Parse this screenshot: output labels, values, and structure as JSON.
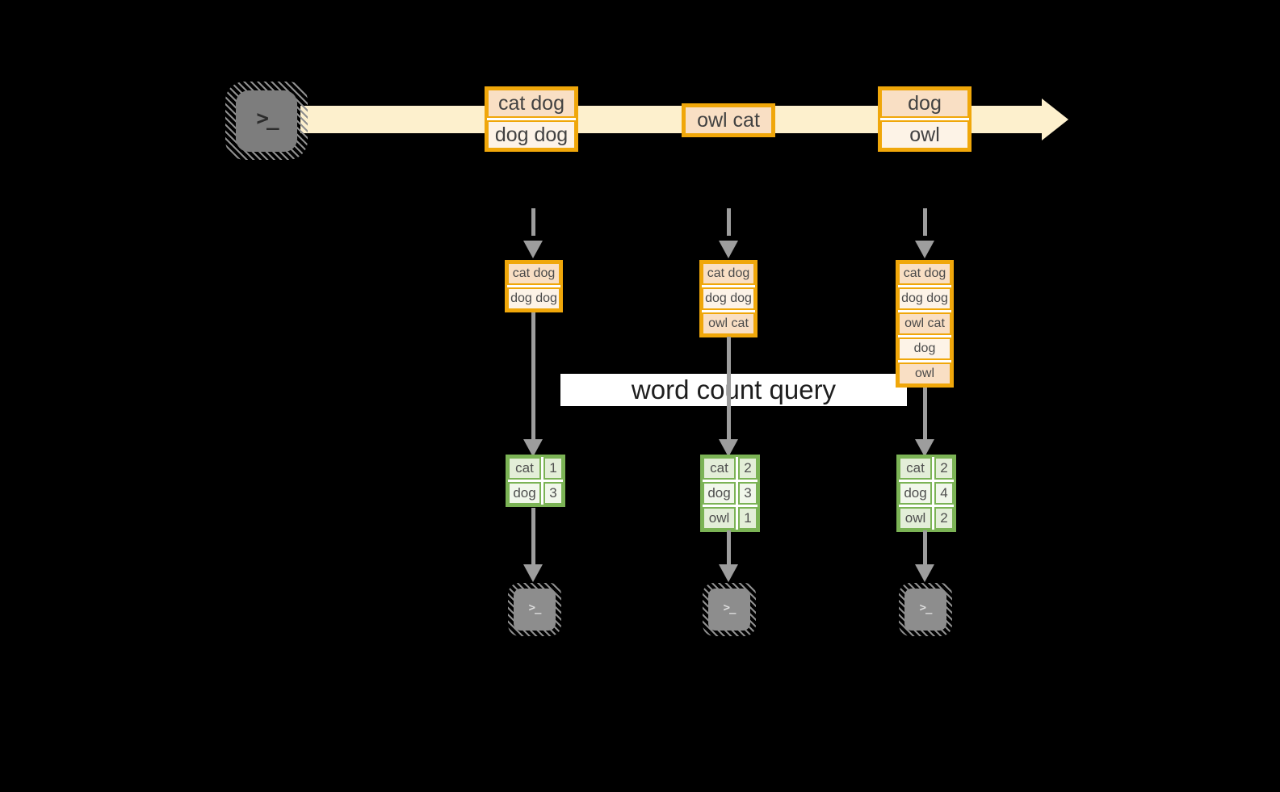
{
  "label": {
    "text": "word count query"
  },
  "icons": {
    "terminal_prompt": ">_"
  },
  "colors": {
    "accent_orange": "#f0a70a",
    "peach_cell": "#f9dfc4",
    "cream_cell": "#fdf3e7",
    "stream_band": "#fdf0cd",
    "green_border": "#7bb355",
    "green_row_dark": "#e3eed8",
    "green_row_light": "#f1f7eb",
    "arrow_gray": "#9d9d9d"
  },
  "timeline": {
    "boxes": [
      {
        "cells": [
          "cat dog",
          "dog dog"
        ]
      },
      {
        "cells": [
          "owl cat"
        ]
      },
      {
        "cells": [
          "dog",
          "owl"
        ]
      }
    ]
  },
  "columns": [
    {
      "stack": [
        "cat dog",
        "dog dog"
      ],
      "counts": [
        {
          "word": "cat",
          "count": "1"
        },
        {
          "word": "dog",
          "count": "3"
        }
      ]
    },
    {
      "stack": [
        "cat dog",
        "dog dog",
        "owl cat"
      ],
      "counts": [
        {
          "word": "cat",
          "count": "2"
        },
        {
          "word": "dog",
          "count": "3"
        },
        {
          "word": "owl",
          "count": "1"
        }
      ]
    },
    {
      "stack": [
        "cat dog",
        "dog dog",
        "owl cat",
        "dog",
        "owl"
      ],
      "counts": [
        {
          "word": "cat",
          "count": "2"
        },
        {
          "word": "dog",
          "count": "4"
        },
        {
          "word": "owl",
          "count": "2"
        }
      ]
    }
  ]
}
